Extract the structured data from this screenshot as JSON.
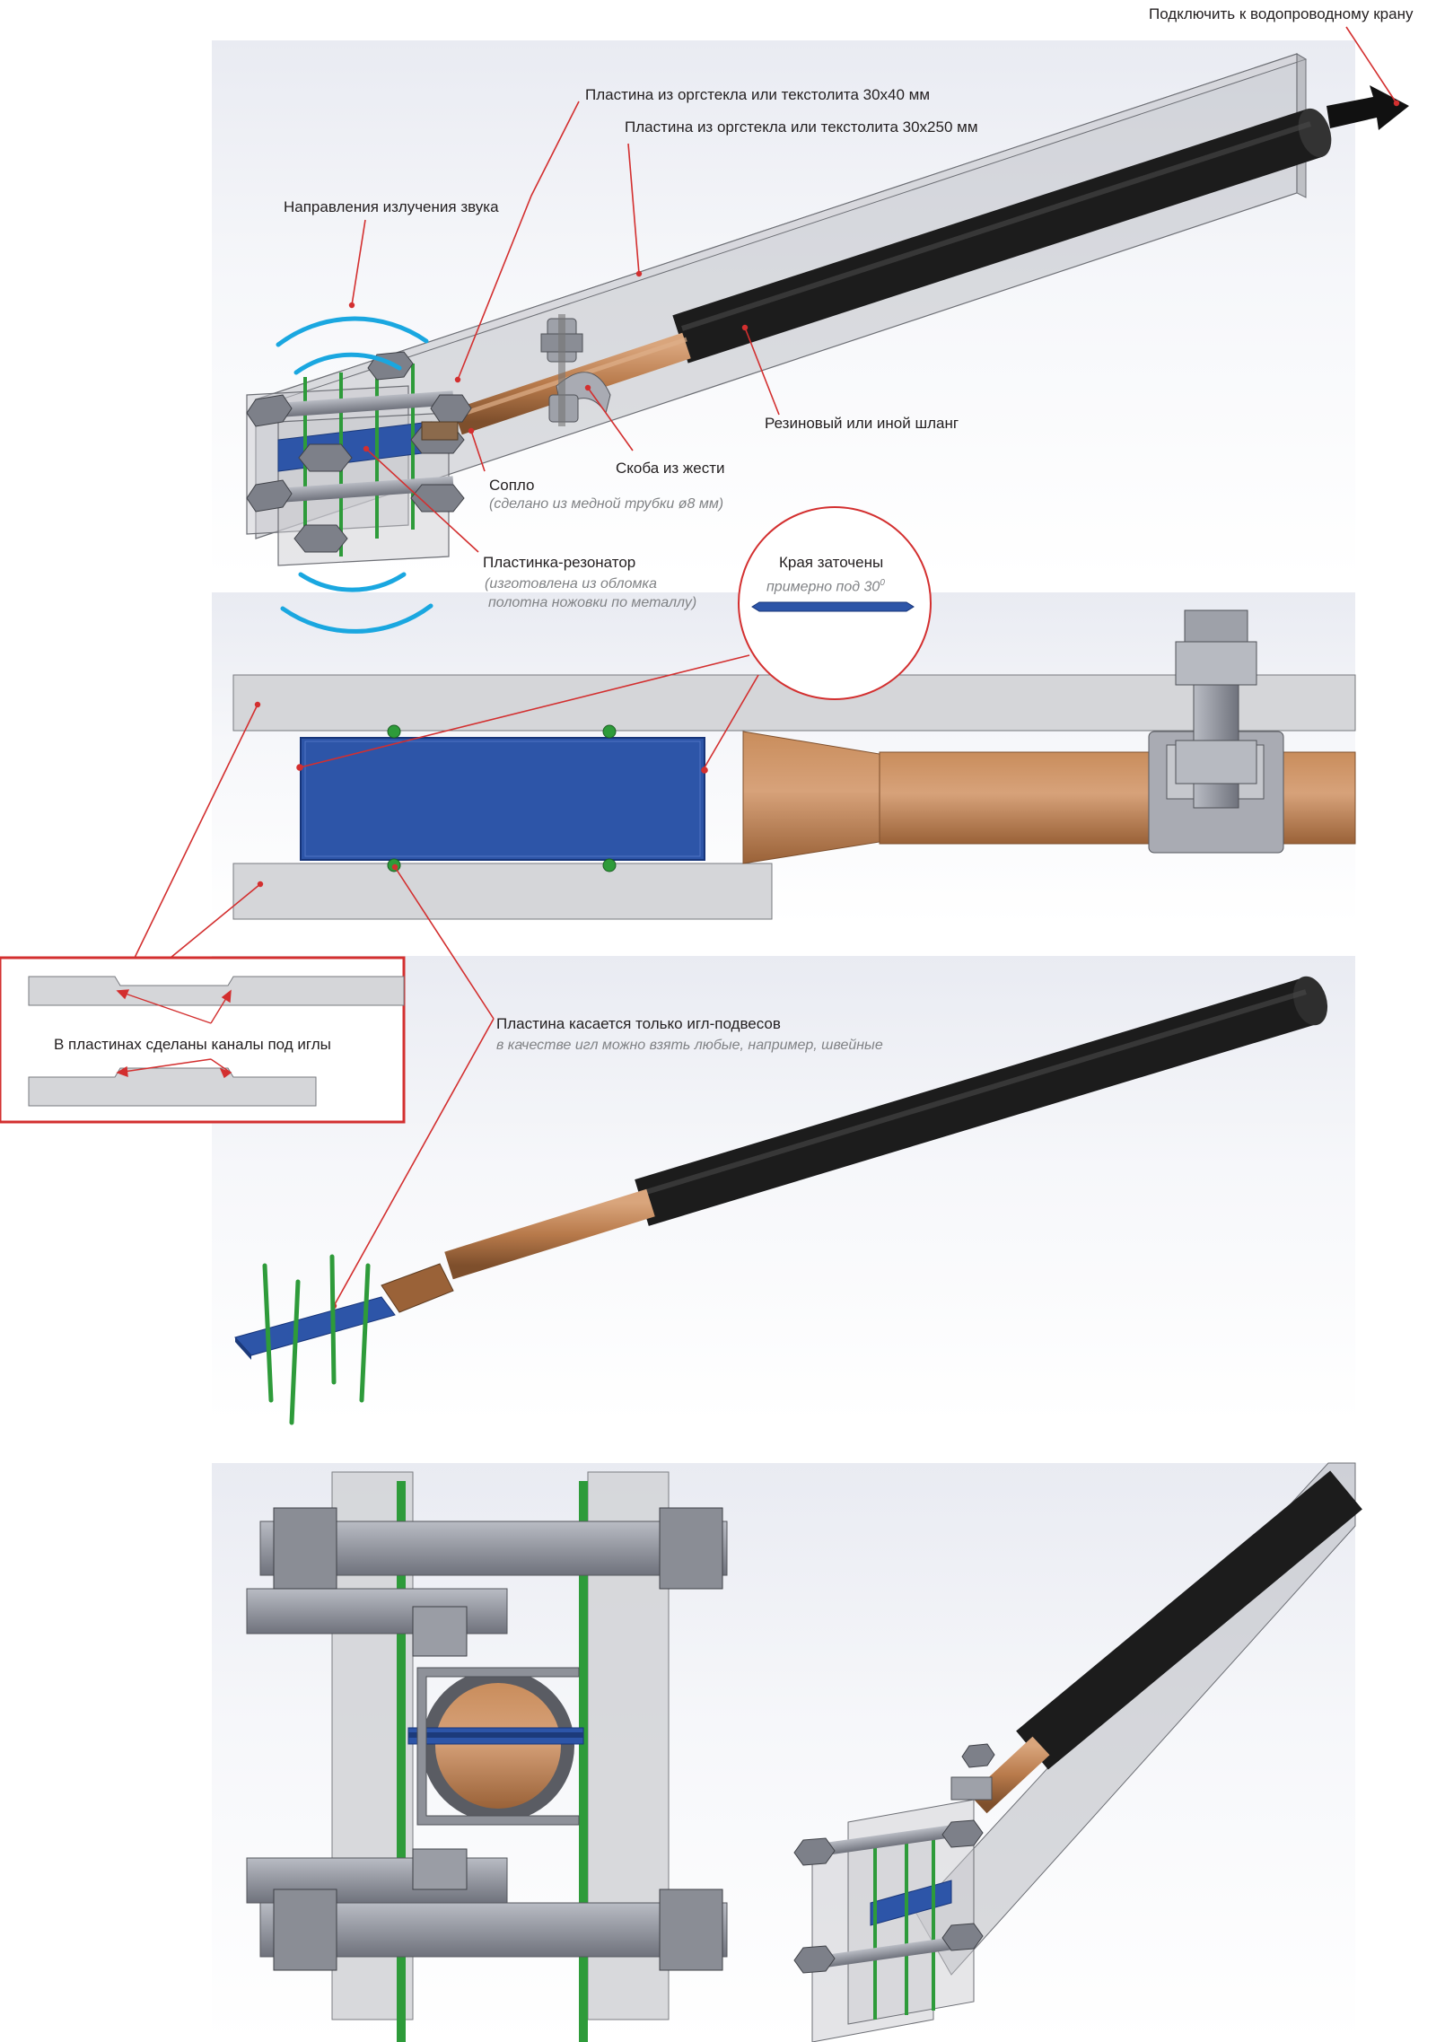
{
  "labels": {
    "faucet": "Подключить к водопроводному крану",
    "plate_small": "Пластина из оргстекла или текстолита 30х40 мм",
    "plate_long": "Пластина из оргстекла или текстолита 30х250 мм",
    "sound_dir": "Направления излучения звука",
    "hose": "Резиновый или иной шланг",
    "clamp": "Скоба из жести",
    "nozzle": "Сопло",
    "nozzle_note": "(сделано из медной трубки  ø8 мм)",
    "resonator": "Пластинка-резонатор",
    "resonator_note_1": "(изготовлена из обломка",
    "resonator_note_2": "полотна ножовки по металлу)",
    "edges": "Края заточены",
    "edges_note": "примерно под 30",
    "edges_degree": "0",
    "channels": "В пластинах сделаны каналы под иглы",
    "touch": "Пластина касается только игл-подвесов",
    "touch_note": "в качестве игл можно взять любые, например, швейные"
  },
  "colors": {
    "leader": "#d32f2f",
    "sound_waves": "#1aa7e0",
    "resonator": "#2d55a8",
    "copper": "#b87a4b",
    "hose": "#222222",
    "plate": "#c9c9cc",
    "needle": "#2e9b3a",
    "bolt": "#8f929c"
  },
  "icons": [
    "arrow-icon",
    "sound-wave-icon",
    "bolt-icon",
    "needle-icon"
  ]
}
